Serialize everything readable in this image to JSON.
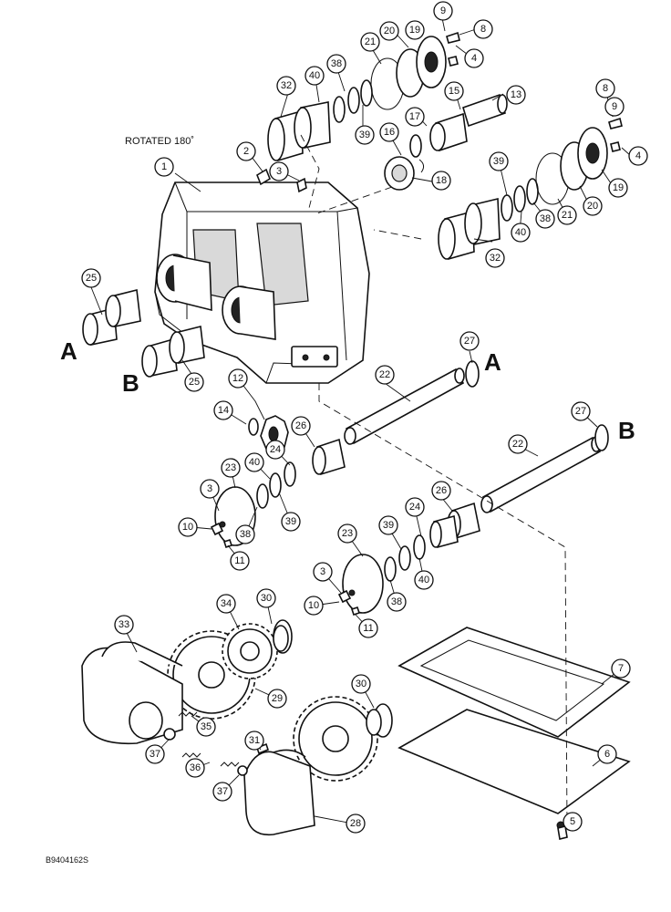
{
  "note": "ROTATED 180˚",
  "figure_id": "B9404162S",
  "reference_letters": [
    "A",
    "B"
  ],
  "callouts": [
    "1",
    "2",
    "3",
    "4",
    "5",
    "6",
    "7",
    "8",
    "9",
    "10",
    "11",
    "12",
    "13",
    "14",
    "15",
    "16",
    "17",
    "18",
    "19",
    "20",
    "21",
    "22",
    "23",
    "24",
    "25",
    "26",
    "27",
    "28",
    "29",
    "30",
    "31",
    "32",
    "33",
    "34",
    "35",
    "36",
    "37",
    "38",
    "39",
    "40"
  ]
}
